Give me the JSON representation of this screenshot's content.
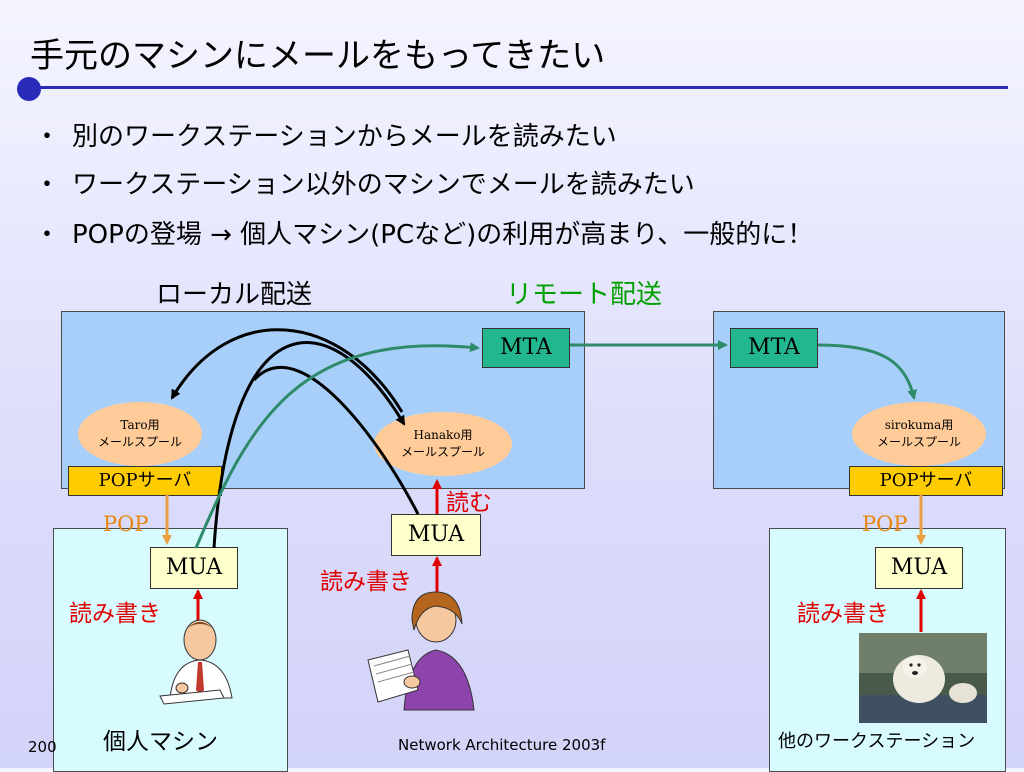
{
  "slide": {
    "title": "手元のマシンにメールをもってきたい",
    "bullets": [
      "別のワークステーションからメールを読みたい",
      "ワークステーション以外のマシンでメールを読みたい",
      "POPの登場 → 個人マシン(PCなど)の利用が高まり、一般的に！"
    ],
    "bullet_symbol": "・"
  },
  "diagram": {
    "local_label": "ローカル配送",
    "remote_label": "リモート配送",
    "mta_left": "MTA",
    "mta_right": "MTA",
    "spool_taro_l1": "Taro用",
    "spool_taro_l2": "メールスプール",
    "spool_hanako_l1": "Hanako用",
    "spool_hanako_l2": "メールスプール",
    "spool_siro_l1": "sirokuma用",
    "spool_siro_l2": "メールスプール",
    "pop_server_left": "POPサーバ",
    "pop_server_right": "POPサーバ",
    "pop_left": "POP",
    "pop_right": "POP",
    "mua_left": "MUA",
    "mua_center": "MUA",
    "mua_right": "MUA",
    "read_label": "読む",
    "rw_left": "読み書き",
    "rw_center": "読み書き",
    "rw_right": "読み書き",
    "personal_machine": "個人マシン",
    "other_workstation": "他のワークステーション",
    "colors": {
      "arrow_black": "#000000",
      "arrow_green": "#2e8b6a",
      "arrow_red": "#e00000",
      "arrow_orange": "#e8a040",
      "remote_label_color": "#00a000"
    }
  },
  "footer": {
    "left": "200",
    "center": "Network Architecture 2003f"
  }
}
